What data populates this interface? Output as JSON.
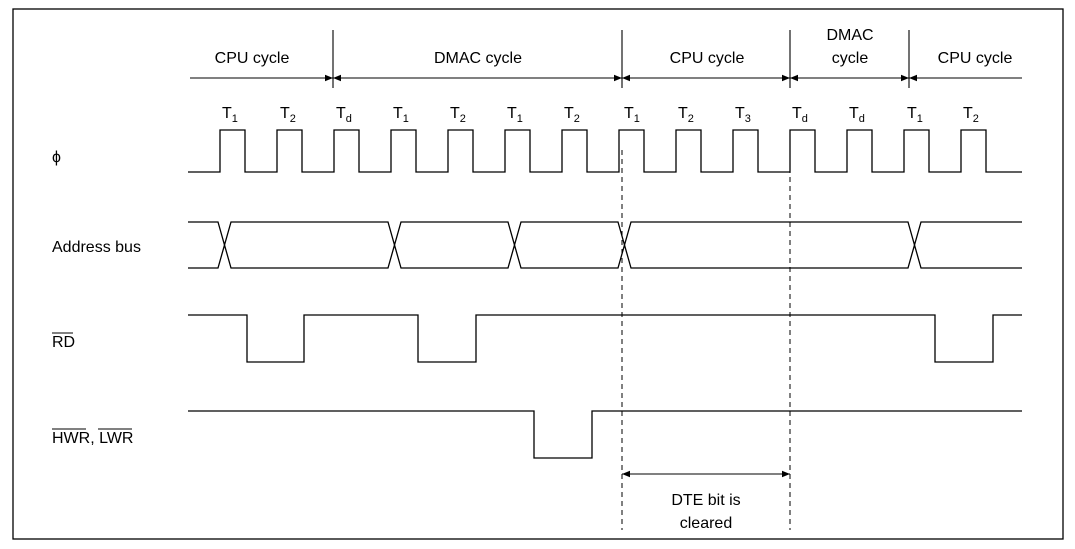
{
  "cycles": [
    {
      "label": "CPU cycle"
    },
    {
      "label": "DMAC cycle"
    },
    {
      "label": "CPU cycle"
    },
    {
      "label": [
        "DMAC",
        "cycle"
      ]
    },
    {
      "label": "CPU cycle"
    }
  ],
  "t_states": [
    {
      "main": "T",
      "sub": "1"
    },
    {
      "main": "T",
      "sub": "2"
    },
    {
      "main": "T",
      "sub": "d"
    },
    {
      "main": "T",
      "sub": "1"
    },
    {
      "main": "T",
      "sub": "2"
    },
    {
      "main": "T",
      "sub": "1"
    },
    {
      "main": "T",
      "sub": "2"
    },
    {
      "main": "T",
      "sub": "1"
    },
    {
      "main": "T",
      "sub": "2"
    },
    {
      "main": "T",
      "sub": "3"
    },
    {
      "main": "T",
      "sub": "d"
    },
    {
      "main": "T",
      "sub": "d"
    },
    {
      "main": "T",
      "sub": "1"
    },
    {
      "main": "T",
      "sub": "2"
    }
  ],
  "signals": {
    "phi": "ϕ",
    "address_bus": "Address bus",
    "rd": "RD",
    "hwr": "HWR",
    "separator": ", ",
    "lwr": "LWR"
  },
  "annotation": [
    "DTE bit is",
    "cleared"
  ]
}
